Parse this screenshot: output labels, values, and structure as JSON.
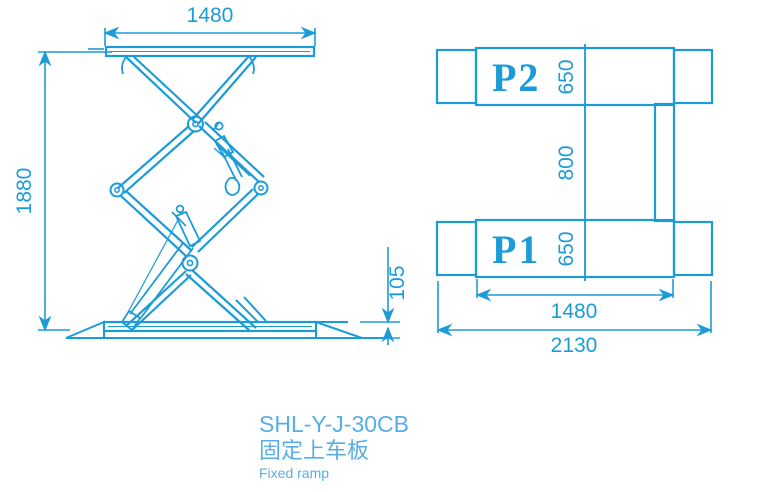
{
  "drawing": {
    "accent_color": "#1b9cd8",
    "caption_color": "#58aee4",
    "background_color": "#ffffff",
    "side_view": {
      "name": "scissor-lift-side-view",
      "dimensions": {
        "top_width": "1480",
        "total_height": "1880",
        "base_height": "105"
      }
    },
    "plan_view": {
      "name": "scissor-lift-plan-view",
      "platform_upper_label": "P2",
      "platform_lower_label": "P1",
      "dimensions": {
        "platform_upper_depth": "650",
        "platform_gap": "800",
        "platform_lower_depth": "650",
        "platform_width": "1480",
        "overall_width": "2130"
      }
    }
  },
  "caption": {
    "model": "SHL-Y-J-30CB",
    "name_cn": "固定上车板",
    "name_en": "Fixed ramp"
  }
}
